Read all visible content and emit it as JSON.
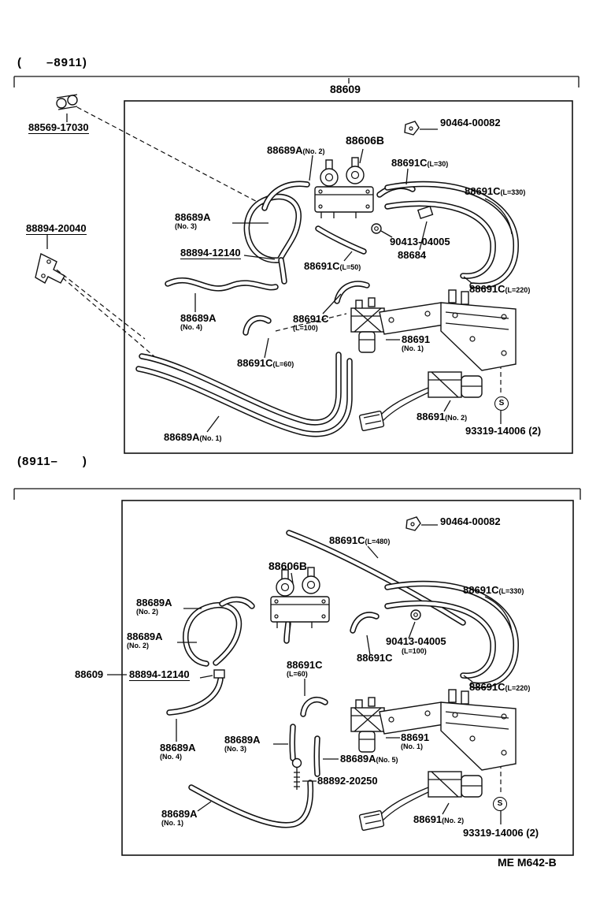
{
  "doc": {
    "footer_code": "ME M642-B"
  },
  "colors": {
    "line": "#111111",
    "watermark": "#8f8f8f"
  },
  "pt": {
    "header": "(      –8911)",
    "box_label": "88609",
    "labels": {
      "p88569": {
        "text": "88569-17030"
      },
      "p90464": {
        "text": "90464-00082"
      },
      "p88606b": {
        "text": "88606B"
      },
      "p88689a_no2": {
        "text": "88689A",
        "sub": "(No. 2)"
      },
      "p88691c_l30": {
        "text": "88691C",
        "sub": "(L=30)"
      },
      "p88691c_l330": {
        "text": "88691C",
        "sub": "(L=330)"
      },
      "p88689a_no3": {
        "text": "88689A",
        "sub": "(No. 3)"
      },
      "p88894_20040": {
        "text": "88894-20040"
      },
      "p88894_12140": {
        "text": "88894-12140"
      },
      "p90413": {
        "text": "90413-04005"
      },
      "p88684": {
        "text": "88684"
      },
      "p88691c_l50": {
        "text": "88691C",
        "sub": "(L=50)"
      },
      "p88691c_l220": {
        "text": "88691C",
        "sub": "(L=220)"
      },
      "p88689a_no4": {
        "text": "88689A",
        "sub": "(No. 4)"
      },
      "p88691c_l100": {
        "text": "88691C",
        "sub": "(L=100)"
      },
      "p88691_no1": {
        "text": "88691",
        "sub": "(No. 1)"
      },
      "p88691c_l60": {
        "text": "88691C",
        "sub": "(L=60)"
      },
      "p88689a_no1": {
        "text": "88689A",
        "sub": "(No. 1)"
      },
      "p88691_no2": {
        "text": "88691",
        "sub": "(No. 2)"
      },
      "p93319": {
        "text": "93319-14006 (2)"
      },
      "s_mark": {
        "text": "S"
      }
    }
  },
  "pb": {
    "header": "(8911–      )",
    "outside_label": "88609",
    "labels": {
      "p90464": {
        "text": "90464-00082"
      },
      "p88691c_l480": {
        "text": "88691C",
        "sub": "(L=480)"
      },
      "p88606b": {
        "text": "88606B"
      },
      "p88691c_l330": {
        "text": "88691C",
        "sub": "(L=330)"
      },
      "p88689a_no2a": {
        "text": "88689A",
        "sub": "(No. 2)"
      },
      "p88689a_no2b": {
        "text": "88689A",
        "sub": "(No. 2)"
      },
      "p90413": {
        "text": "90413-04005"
      },
      "p_l100": {
        "text": "(L=100)"
      },
      "p88691c_mid": {
        "text": "88691C"
      },
      "p88894_12140": {
        "text": "88894-12140"
      },
      "p88691c_l60": {
        "text": "88691C",
        "sub": "(L=60)"
      },
      "p88691c_l220": {
        "text": "88691C",
        "sub": "(L=220)"
      },
      "p88691_no1": {
        "text": "88691",
        "sub": "(No. 1)"
      },
      "p88689a_no4": {
        "text": "88689A",
        "sub": "(No. 4)"
      },
      "p88689a_no3": {
        "text": "88689A",
        "sub": "(No. 3)"
      },
      "p88689a_no5": {
        "text": "88689A",
        "sub": "(No. 5)"
      },
      "p88892": {
        "text": "88892-20250"
      },
      "p88689a_no1": {
        "text": "88689A",
        "sub": "(No. 1)"
      },
      "p88691_no2": {
        "text": "88691",
        "sub": "(No. 2)"
      },
      "p93319": {
        "text": "93319-14006 (2)"
      },
      "s_mark": {
        "text": "S"
      }
    }
  }
}
